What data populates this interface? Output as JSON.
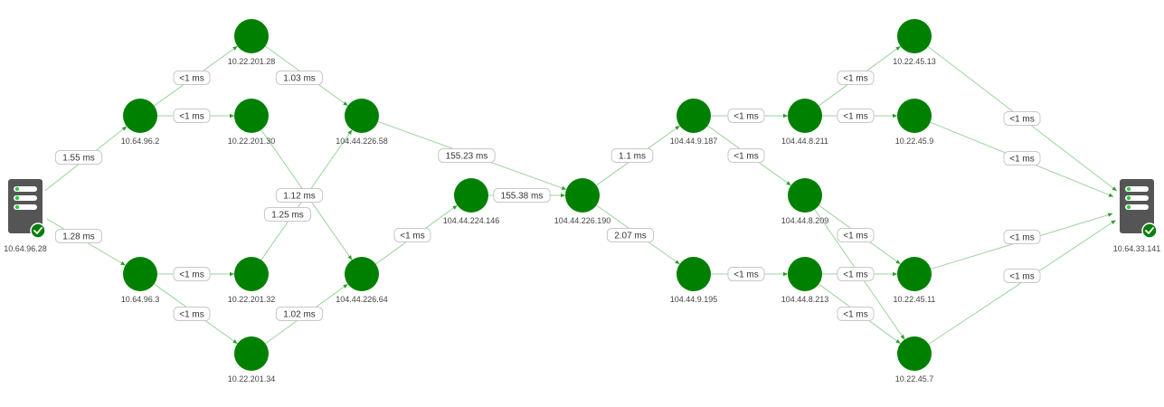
{
  "colors": {
    "node": "#008000",
    "edge": "#9cd49c",
    "arrow": "#2e9b2e",
    "server": "#555555",
    "check": "#0a7d0a"
  },
  "endpoints": [
    {
      "id": "src",
      "label": "10.64.96.28",
      "icon": "server-icon",
      "status": "check-icon"
    },
    {
      "id": "dst",
      "label": "10.64.33.141",
      "icon": "server-icon",
      "status": "check-icon"
    }
  ],
  "hops": [
    {
      "id": "n1",
      "label": "10.64.96.2"
    },
    {
      "id": "n2",
      "label": "10.64.96.3"
    },
    {
      "id": "n3",
      "label": "10.22.201.28"
    },
    {
      "id": "n4",
      "label": "10.22.201.30"
    },
    {
      "id": "n5",
      "label": "10.22.201.32"
    },
    {
      "id": "n6",
      "label": "10.22.201.34"
    },
    {
      "id": "n7",
      "label": "104.44.226.58"
    },
    {
      "id": "n8",
      "label": "104.44.226.64"
    },
    {
      "id": "n9",
      "label": "104.44.224.146"
    },
    {
      "id": "n10",
      "label": "104.44.226.190"
    },
    {
      "id": "n11",
      "label": "104.44.9.187"
    },
    {
      "id": "n12",
      "label": "104.44.9.195"
    },
    {
      "id": "n13",
      "label": "104.44.8.211"
    },
    {
      "id": "n14",
      "label": "104.44.8.209"
    },
    {
      "id": "n15",
      "label": "104.44.8.213"
    },
    {
      "id": "n16",
      "label": "10.22.45.13"
    },
    {
      "id": "n17",
      "label": "10.22.45.9"
    },
    {
      "id": "n18",
      "label": "10.22.45.11"
    },
    {
      "id": "n19",
      "label": "10.22.45.7"
    }
  ],
  "links": [
    {
      "from": "src",
      "to": "n1",
      "latency": "1.55 ms"
    },
    {
      "from": "src",
      "to": "n2",
      "latency": "1.28 ms"
    },
    {
      "from": "n1",
      "to": "n3",
      "latency": "<1 ms"
    },
    {
      "from": "n1",
      "to": "n4",
      "latency": "<1 ms"
    },
    {
      "from": "n2",
      "to": "n5",
      "latency": "<1 ms"
    },
    {
      "from": "n2",
      "to": "n6",
      "latency": "<1 ms"
    },
    {
      "from": "n3",
      "to": "n7",
      "latency": "1.03 ms"
    },
    {
      "from": "n4",
      "to": "n8",
      "latency": "1.12 ms"
    },
    {
      "from": "n5",
      "to": "n7",
      "latency": "1.25 ms"
    },
    {
      "from": "n6",
      "to": "n8",
      "latency": "1.02 ms"
    },
    {
      "from": "n7",
      "to": "n10",
      "latency": "155.23 ms"
    },
    {
      "from": "n8",
      "to": "n9",
      "latency": "<1 ms"
    },
    {
      "from": "n9",
      "to": "n10",
      "latency": "155.38 ms"
    },
    {
      "from": "n10",
      "to": "n11",
      "latency": "1.1 ms"
    },
    {
      "from": "n10",
      "to": "n12",
      "latency": "2.07 ms"
    },
    {
      "from": "n11",
      "to": "n13",
      "latency": "<1 ms"
    },
    {
      "from": "n11",
      "to": "n14",
      "latency": "<1 ms"
    },
    {
      "from": "n12",
      "to": "n15",
      "latency": "<1 ms"
    },
    {
      "from": "n13",
      "to": "n16",
      "latency": "<1 ms"
    },
    {
      "from": "n13",
      "to": "n17",
      "latency": "<1 ms"
    },
    {
      "from": "n14",
      "to": "n18",
      "latency": "<1 ms"
    },
    {
      "from": "n14",
      "to": "n19",
      "latency": ""
    },
    {
      "from": "n15",
      "to": "n18",
      "latency": "<1 ms"
    },
    {
      "from": "n15",
      "to": "n19",
      "latency": "<1 ms"
    },
    {
      "from": "n16",
      "to": "dst",
      "latency": "<1 ms"
    },
    {
      "from": "n17",
      "to": "dst",
      "latency": "<1 ms"
    },
    {
      "from": "n18",
      "to": "dst",
      "latency": "<1 ms"
    },
    {
      "from": "n19",
      "to": "dst",
      "latency": "<1 ms"
    }
  ]
}
